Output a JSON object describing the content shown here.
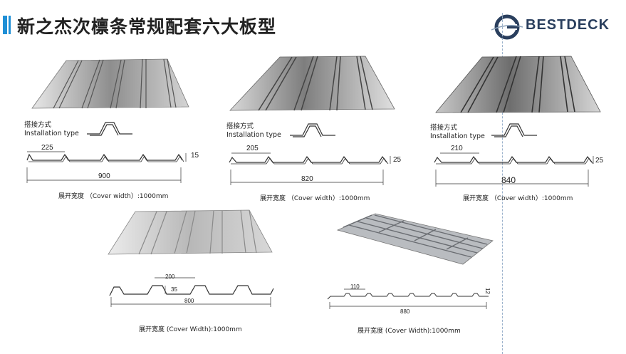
{
  "header": {
    "title": "新之杰次檩条常规配套六大板型",
    "logo_text": "BESTDECK",
    "accent_color": "#1f8fd6",
    "logo_color": "#2a3f5e"
  },
  "panels": [
    {
      "install_cn": "搭接方式",
      "install_en": "Installation type",
      "pitch": "225",
      "height": "15",
      "width": "900",
      "cover": "展开宽度 （Cover width）:1000mm"
    },
    {
      "install_cn": "搭接方式",
      "install_en": "Installation type",
      "pitch": "205",
      "height": "25",
      "width": "820",
      "cover": "展开宽度 （Cover width）:1000mm"
    },
    {
      "install_cn": "搭接方式",
      "install_en": "Installation type",
      "pitch": "210",
      "height": "25",
      "width": "840",
      "cover": "展开宽度 （Cover width）:1000mm"
    },
    {
      "pitch": "200",
      "height": "35",
      "width": "800",
      "cover": "展开宽度 (Cover Width):1000mm"
    },
    {
      "pitch": "110",
      "height": "12",
      "width": "880",
      "cover": "展开宽度 (Cover Width):1000mm"
    }
  ]
}
